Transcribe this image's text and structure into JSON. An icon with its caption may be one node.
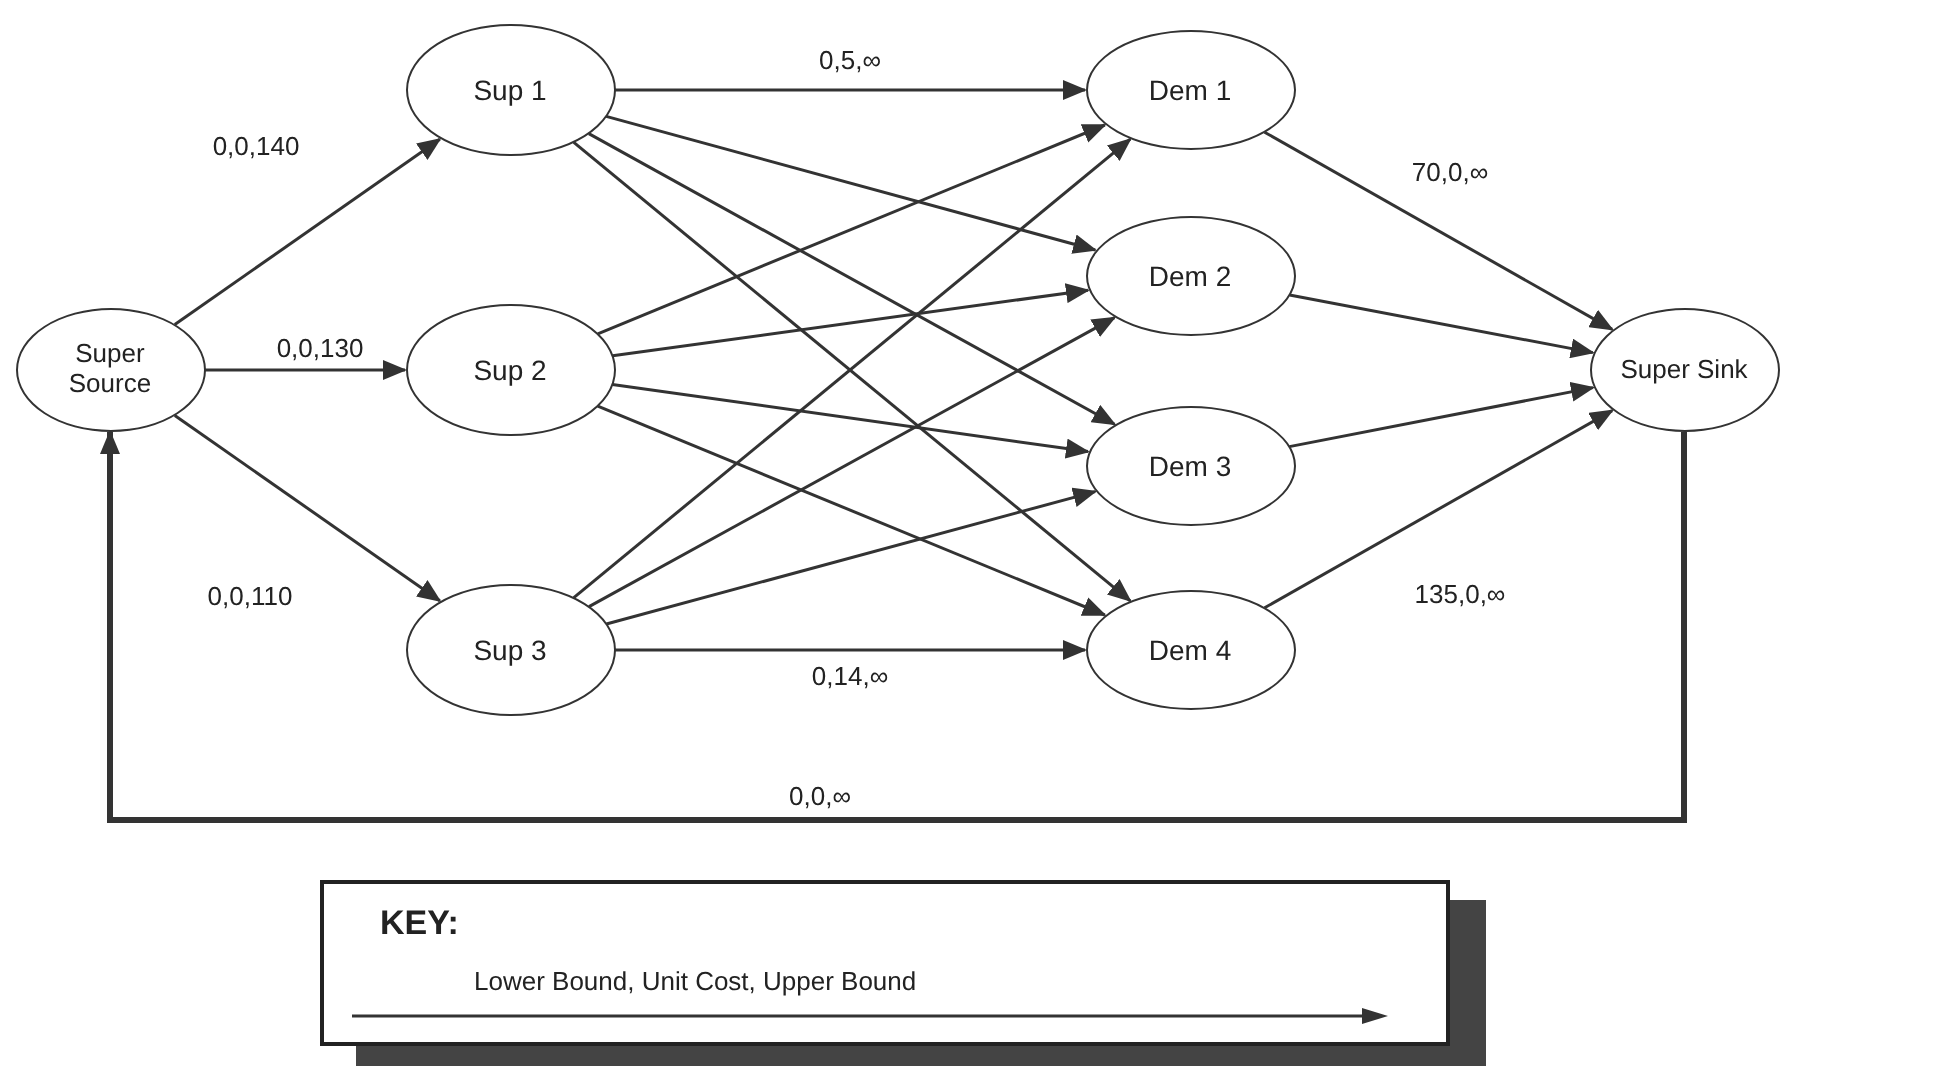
{
  "diagram": {
    "nodes": [
      {
        "text": [
          "Super Source"
        ]
      },
      {
        "text": [
          "Sup 1"
        ]
      },
      {
        "text": [
          "Sup 2"
        ]
      },
      {
        "text": [
          "Sup 3"
        ]
      },
      {
        "text": [
          "Dem 1"
        ]
      },
      {
        "text": [
          "Dem 2"
        ]
      },
      {
        "text": [
          "Dem 3"
        ]
      },
      {
        "text": [
          "Dem 4"
        ]
      },
      {
        "text": [
          "Super Sink"
        ]
      }
    ],
    "edges": [
      {
        "from": 0,
        "to": 1,
        "arrow": "to",
        "label": "0,0,140"
      },
      {
        "from": 0,
        "to": 2,
        "arrow": "to",
        "label": "0,0,130"
      },
      {
        "from": 0,
        "to": 3,
        "arrow": "to",
        "label": "0,0,110"
      },
      {
        "from": 1,
        "to": 4,
        "arrow": "to",
        "label": "0,5,∞"
      },
      {
        "from": 1,
        "to": 5,
        "arrow": "to"
      },
      {
        "from": 1,
        "to": 6,
        "arrow": "to"
      },
      {
        "from": 1,
        "to": 7,
        "arrow": "to"
      },
      {
        "from": 2,
        "to": 4,
        "arrow": "to"
      },
      {
        "from": 2,
        "to": 5,
        "arrow": "to"
      },
      {
        "from": 2,
        "to": 6,
        "arrow": "to"
      },
      {
        "from": 2,
        "to": 7,
        "arrow": "to"
      },
      {
        "from": 3,
        "to": 4,
        "arrow": "to"
      },
      {
        "from": 3,
        "to": 5,
        "arrow": "to"
      },
      {
        "from": 3,
        "to": 6,
        "arrow": "to"
      },
      {
        "from": 3,
        "to": 7,
        "arrow": "to",
        "label": "0,14,∞"
      },
      {
        "from": 4,
        "to": 8,
        "arrow": "to",
        "label": "70,0,∞"
      },
      {
        "from": 5,
        "to": 8,
        "arrow": "to"
      },
      {
        "from": 6,
        "to": 8,
        "arrow": "to"
      },
      {
        "from": 7,
        "to": 8,
        "arrow": "to",
        "label": "135,0,∞"
      },
      {
        "from": 8,
        "to": 0,
        "arrow": "to",
        "label": "0,0,∞",
        "style": "thick"
      }
    ],
    "labels": [
      "KEY:"
    ],
    "legend": [
      {
        "text": "Lower Bound, Unit Cost, Upper Bound"
      }
    ]
  }
}
